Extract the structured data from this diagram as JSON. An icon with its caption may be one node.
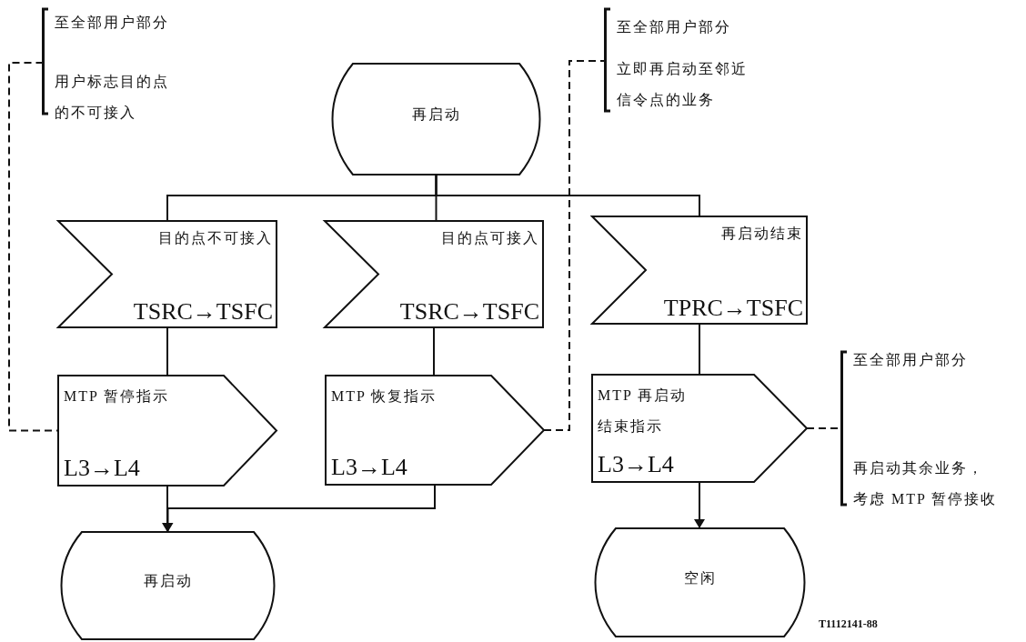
{
  "diagram": {
    "nodes": [
      {
        "text": [
          "再启动"
        ]
      },
      {
        "text": [
          "目的点不可接入",
          "TSRC→TSFC"
        ]
      },
      {
        "text": [
          "目的点可接入",
          "TSRC→TSFC"
        ]
      },
      {
        "text": [
          "再启动结束",
          "TPRC→TSFC"
        ]
      },
      {
        "text": [
          "MTP 暂停指示",
          "L3→L4"
        ]
      },
      {
        "text": [
          "MTP 恢复指示",
          "L3→L4"
        ]
      },
      {
        "text": [
          "MTP 再启动结束指示",
          "L3→L4"
        ]
      },
      {
        "text": [
          "再启动"
        ]
      },
      {
        "text": [
          "空闲"
        ]
      },
      {
        "text": [
          "至全部用户部分",
          "用户标志目的点的不可接入"
        ]
      },
      {
        "text": [
          "至全部用户部分",
          "立即再启动至邻近信令点的业务"
        ]
      },
      {
        "text": [
          "至全部用户部分",
          "再启动其余业务，考虑 MTP 暂停接收"
        ]
      }
    ],
    "edges": [
      {
        "from": 0,
        "to": 1,
        "arrow": "none"
      },
      {
        "from": 0,
        "to": 2,
        "arrow": "none"
      },
      {
        "from": 0,
        "to": 3,
        "arrow": "none"
      },
      {
        "from": 1,
        "to": 4,
        "arrow": "none"
      },
      {
        "from": 2,
        "to": 5,
        "arrow": "none"
      },
      {
        "from": 3,
        "to": 6,
        "arrow": "none"
      },
      {
        "from": 4,
        "to": 7,
        "arrow": "to"
      },
      {
        "from": 5,
        "to": 7,
        "arrow": "to"
      },
      {
        "from": 6,
        "to": 8,
        "arrow": "to"
      },
      {
        "from": 4,
        "to": 9,
        "arrow": "none",
        "style": "dashed"
      },
      {
        "from": 5,
        "to": 10,
        "arrow": "none",
        "style": "dashed"
      },
      {
        "from": 6,
        "to": 11,
        "arrow": "none",
        "style": "dashed"
      }
    ],
    "labels": [
      "T1112141-88"
    ]
  }
}
